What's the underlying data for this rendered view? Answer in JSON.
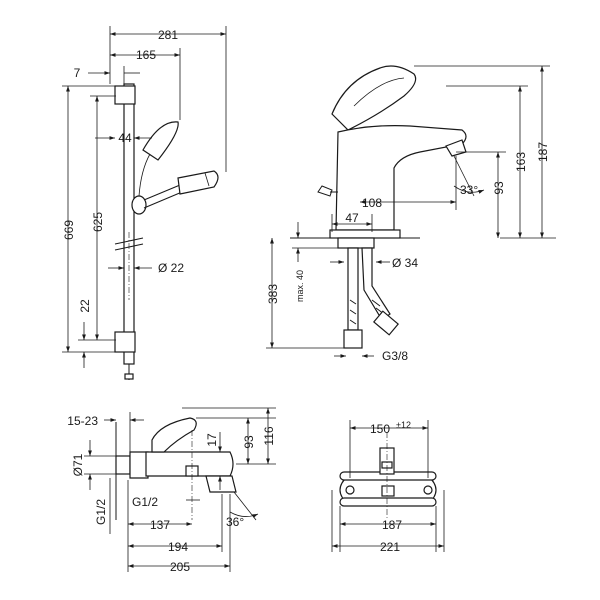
{
  "shower_rail": {
    "dims": {
      "width_281": "281",
      "width_165": "165",
      "offset_7": "7",
      "offset_44": "44",
      "height_669": "669",
      "height_625": "625",
      "bottom_22": "22",
      "diameter_22": "Ø 22"
    }
  },
  "basin_mixer": {
    "dims": {
      "height_187": "187",
      "height_163": "163",
      "height_93": "93",
      "reach_108": "108",
      "spout_47": "47",
      "angle_33": "33°",
      "hose_383": "383",
      "max_40": "max. 40",
      "diameter_34": "Ø 34",
      "thread_g38": "G3/8"
    }
  },
  "bath_mixer": {
    "dims": {
      "range_15_23": "15-23",
      "height_17": "17",
      "height_93": "93",
      "height_116": "116",
      "diameter_71": "Ø71",
      "thread_g12_left": "G1/2",
      "thread_g12": "G1/2",
      "reach_137": "137",
      "reach_194": "194",
      "reach_205": "205",
      "angle_36": "36°"
    }
  },
  "front_view": {
    "dims": {
      "centers_150": "150",
      "tolerance": "±12",
      "width_187": "187",
      "width_221": "221"
    }
  }
}
